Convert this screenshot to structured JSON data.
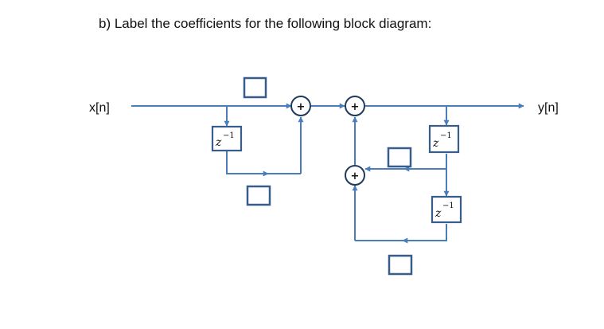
{
  "title": "b) Label the coefficients for the following block diagram:",
  "input_label": "x[n]",
  "output_label": "y[n]",
  "adder_symbol": "+",
  "delay_label": "z",
  "delay_exponent": "−1",
  "colors": {
    "wire": "#4a7ebb",
    "box_border": "#385d8a",
    "adder_border": "#1f3b5c"
  }
}
